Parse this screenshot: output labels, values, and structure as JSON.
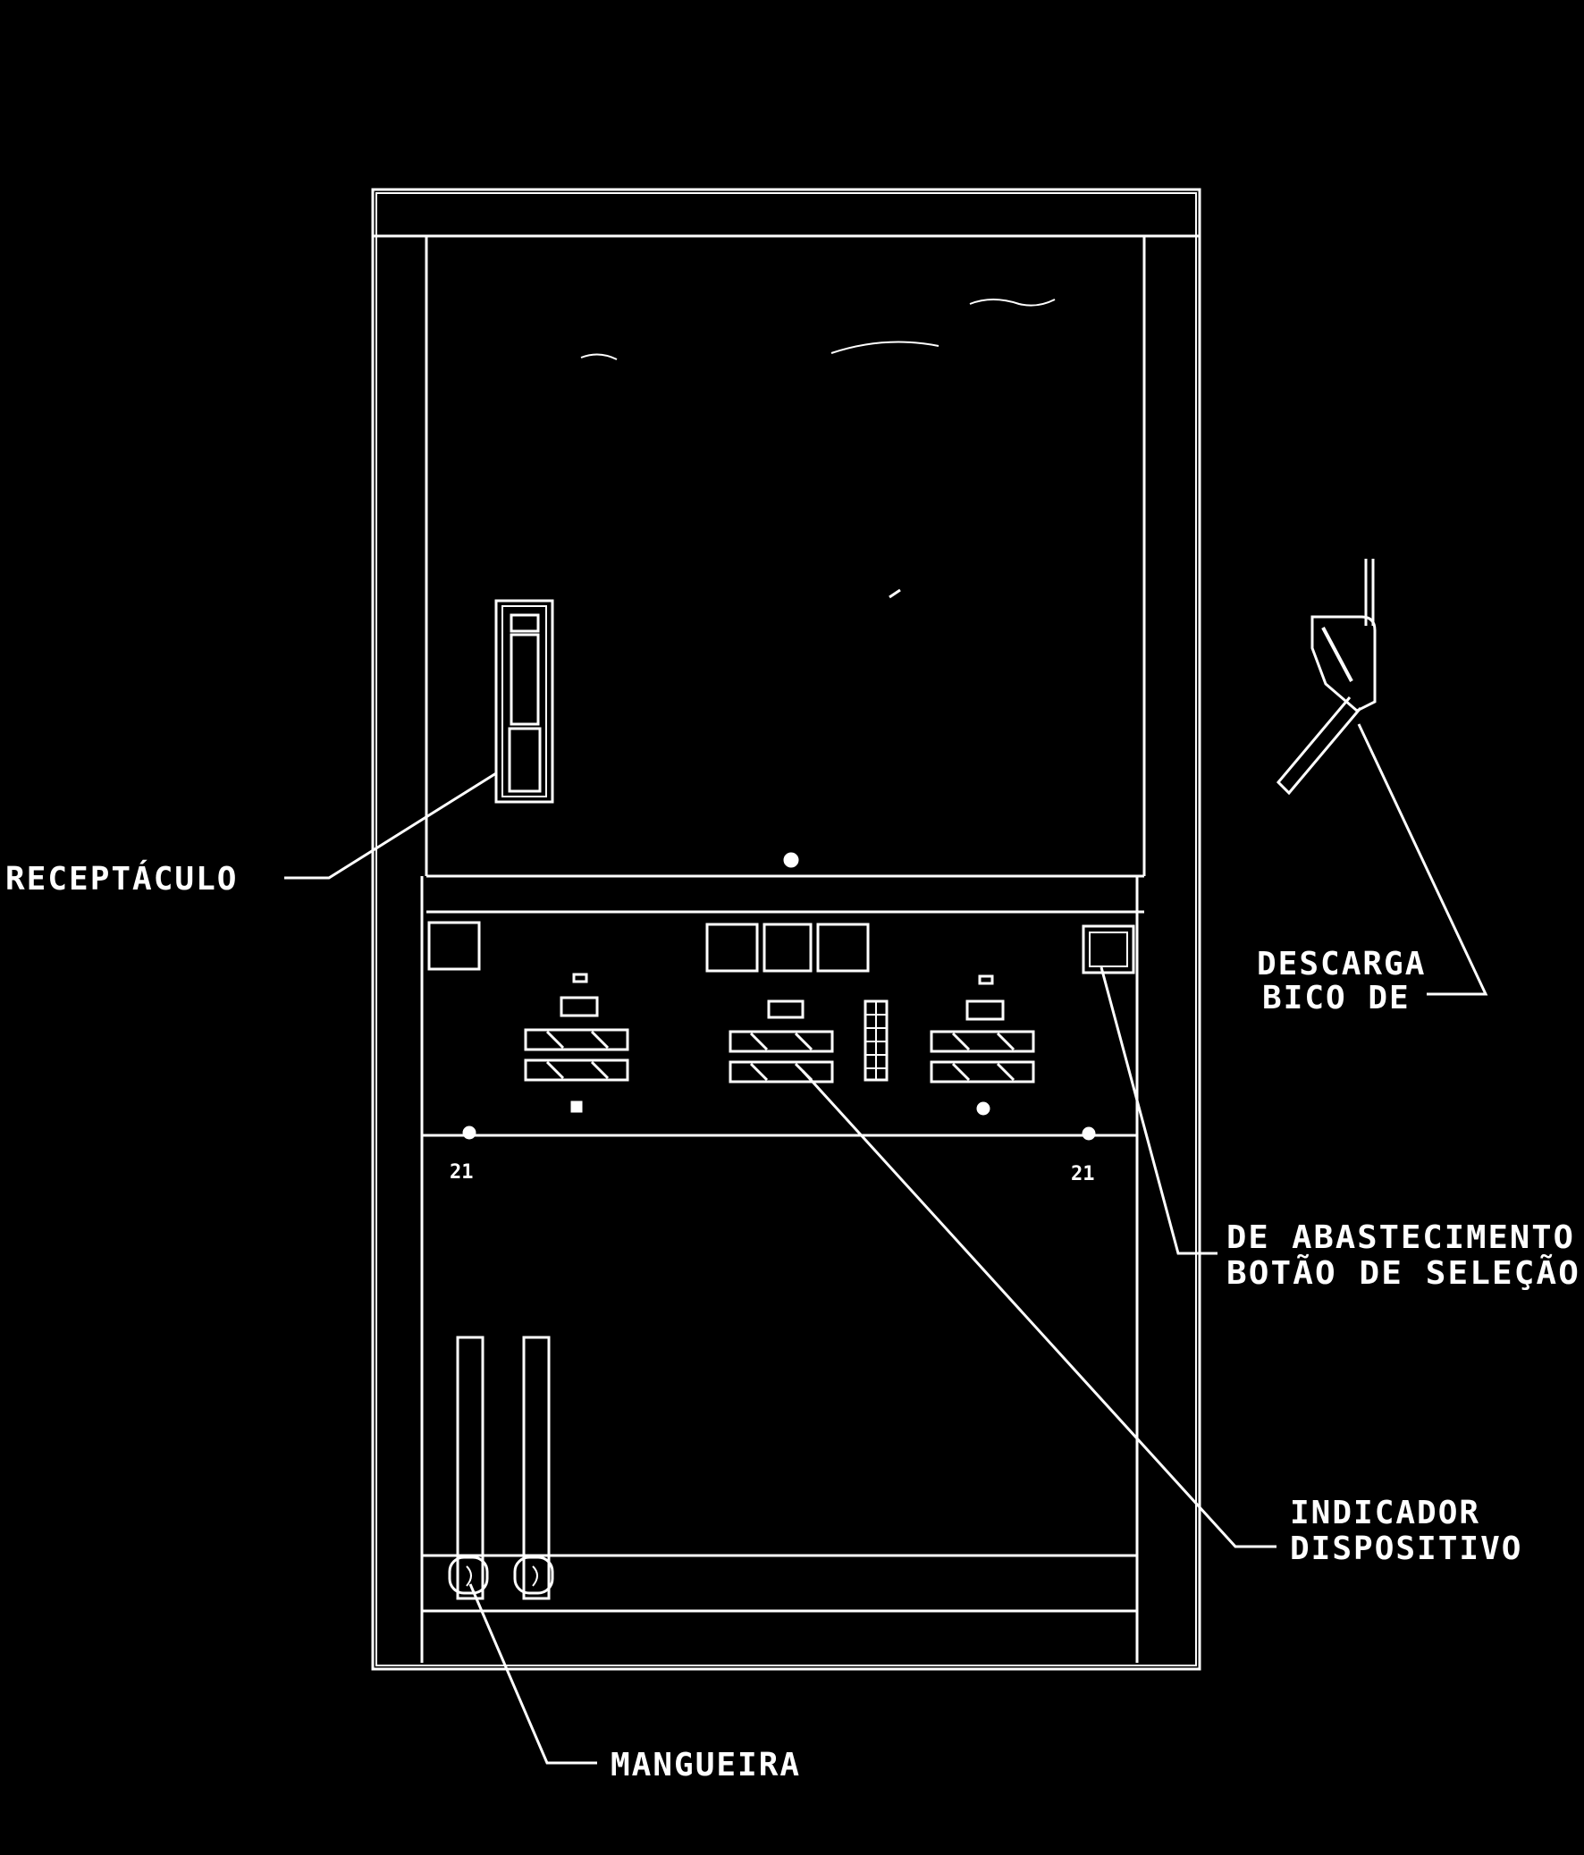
{
  "diagram": {
    "background": "#000000",
    "stroke": "#ffffff",
    "labels": {
      "receptaculo": "RECEPTÁCULO",
      "bico_line1": "DESCARGA",
      "bico_line2": "BICO DE",
      "botao_line1": "DE ABASTECIMENTO",
      "botao_line2": "BOTÃO DE SELEÇÃO",
      "dispositivo_line1": "INDICADOR",
      "dispositivo_line2": "DISPOSITIVO",
      "mangueira": "MANGUEIRA"
    },
    "small_marks": {
      "left_number": "21",
      "right_number": "21"
    }
  }
}
